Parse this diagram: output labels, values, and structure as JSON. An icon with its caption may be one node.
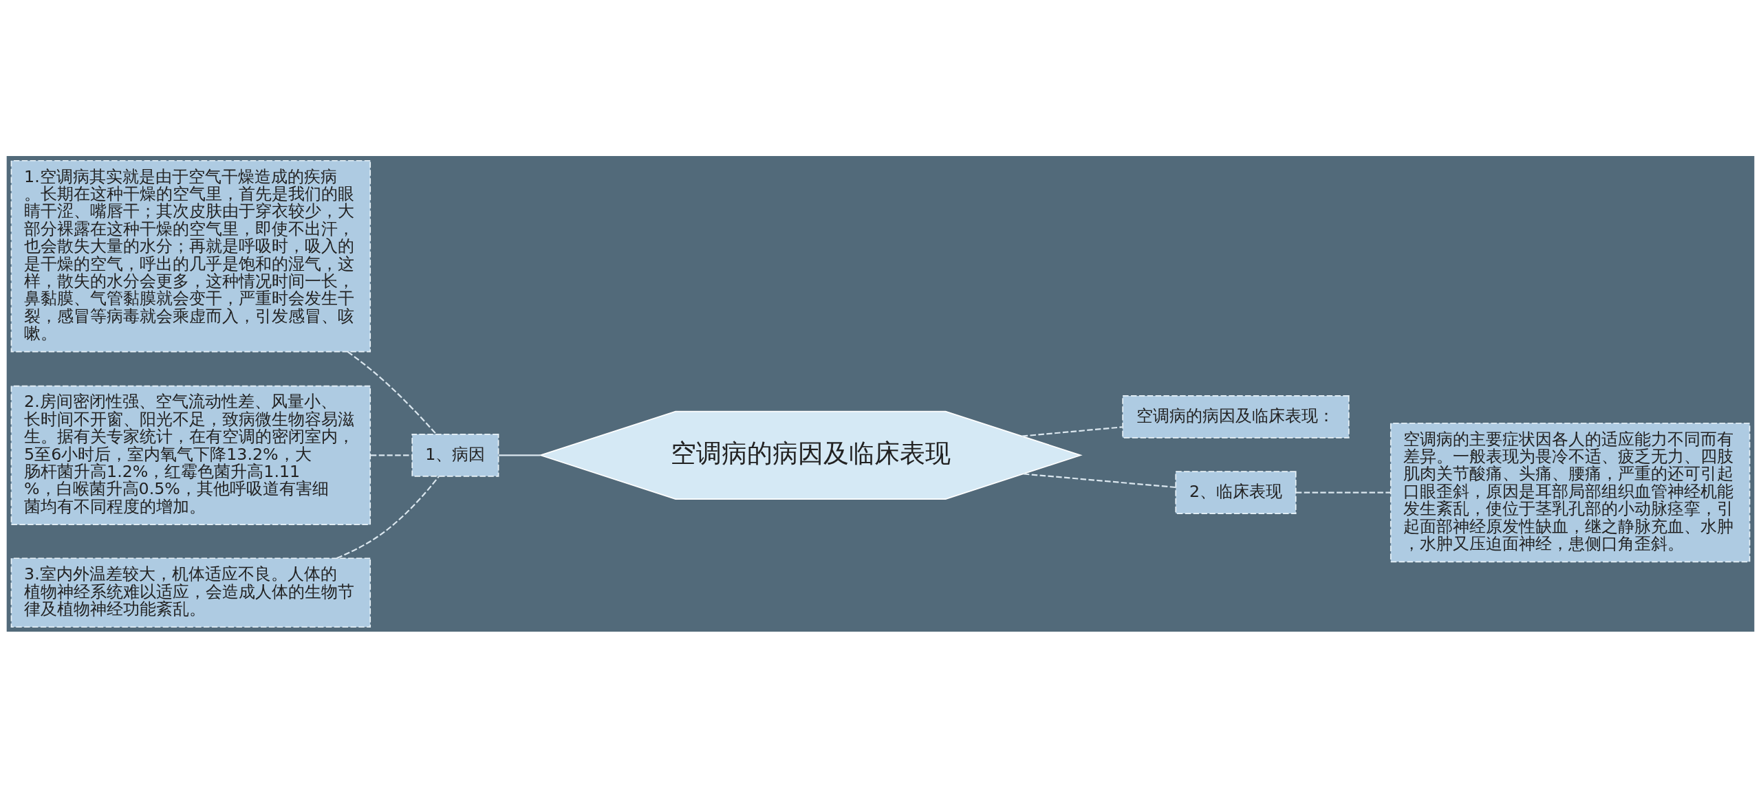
{
  "diagram": {
    "nodes": [
      {
        "text": [
          "空调病的病因及临床表现"
        ]
      },
      {
        "text": [
          "1、病因"
        ]
      },
      {
        "text": [
          "1.空调病其实就是由于空气干燥造成的疾病。长期在这种干燥的空气里，首先是我们的眼睛干涩、嘴唇干；其次皮肤由于穿衣较少，大部分裸露在这种干燥的空气里，即使不出汗，也会散失大量的水分；再就是呼吸时，吸入的是干燥的空气，呼出的几乎是饱和的湿气，这样，散失的水分会更多，这种情况时间一长，鼻黏膜、气管黏膜就会变干，严重时会发生干裂，感冒等病毒就会乘虚而入，引发感冒、咳嗽。"
        ]
      },
      {
        "text": [
          "2.房间密闭性强、空气流动性差、风量小、长时间不开窗、阳光不足，致病微生物容易滋生。据有关专家统计，在有空调的密闭室内，5至6小时后，室内氧气下降13.2%，大肠杆菌升高1.2%，红霉色菌升高1.11%，白喉菌升高0.5%，其他呼吸道有害细菌均有不同程度的增加。"
        ]
      },
      {
        "text": [
          "3.室内外温差较大，机体适应不良。人体的植物神经系统难以适应，会造成人体的生物节律及植物神经功能紊乱。"
        ]
      },
      {
        "text": [
          "空调病的病因及临床表现："
        ]
      },
      {
        "text": [
          "2、临床表现"
        ]
      },
      {
        "text": [
          "空调病的主要症状因各人的适应能力不同而有差异。一般表现为畏冷不适、疲乏无力、四肢肌肉关节酸痛、头痛、腰痛，严重的还可引起口眼歪斜，原因是耳部局部组织血管神经机能发生紊乱，使位于茎乳孔部的小动脉痉挛，引起面部神经原发性缺血，继之静脉充血、水肿，水肿又压迫面神经，患侧口角歪斜。"
        ]
      }
    ],
    "edges": [
      {
        "from": 0,
        "to": 1,
        "arrow": "none"
      },
      {
        "from": 1,
        "to": 2,
        "arrow": "none",
        "style": "dashed"
      },
      {
        "from": 1,
        "to": 3,
        "arrow": "none",
        "style": "dashed"
      },
      {
        "from": 1,
        "to": 4,
        "arrow": "none",
        "style": "dashed"
      },
      {
        "from": 0,
        "to": 5,
        "arrow": "none",
        "style": "dashed"
      },
      {
        "from": 0,
        "to": 6,
        "arrow": "none",
        "style": "dashed"
      },
      {
        "from": 6,
        "to": 7,
        "arrow": "none",
        "style": "dashed"
      }
    ]
  }
}
